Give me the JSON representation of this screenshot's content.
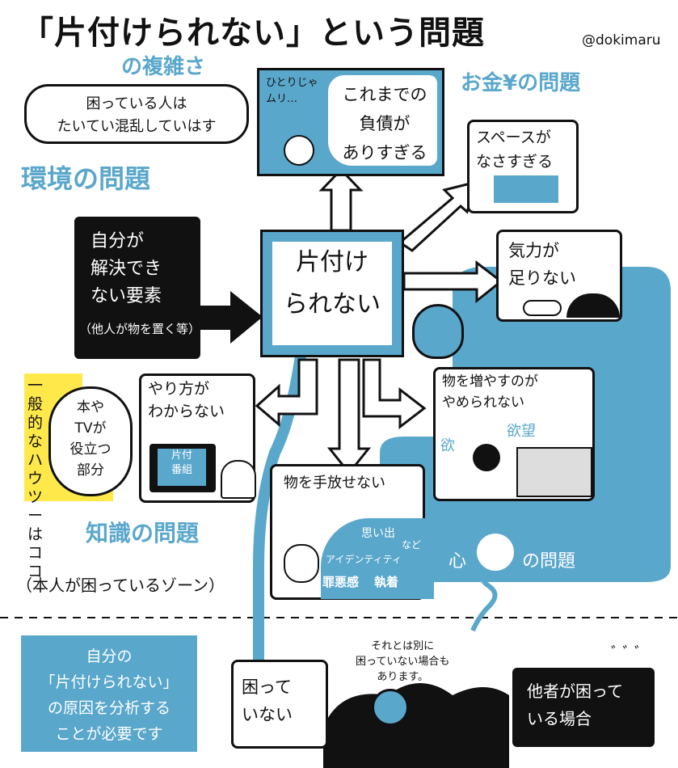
{
  "title": "「片付けられない」という問題",
  "subtitle": "の複雑さ",
  "author": "@dokimaru",
  "speech_note": "困っている人は\nたいてい混乱していはす",
  "env_label": "環境の問題",
  "money_label": "お金¥の問題",
  "debt_small": "ひとりじゃ\nムリ…",
  "debt_text": "これまでの\n負債が\nありすぎる",
  "space_text": "スペースが\nなさすぎる",
  "energy_text": "気力が\n足りない",
  "self_text": "自分が\n解決でき\nない要素",
  "self_sub": "（他人が物を置く等）",
  "center_text": "片付け\nられない",
  "method_text": "やり方が\nわからない",
  "tv_label": "片付\n番組",
  "general_text": "一般的なハウツーはココ",
  "books_text": "本や\nTVが\n役立つ\n部分",
  "knowledge_label": "知識の問題",
  "cant_let_go": "物を手放せない",
  "emotions": [
    "思い出",
    "など",
    "アイデンティティ",
    "罪悪感",
    "執着"
  ],
  "increase_text": "物を増やすのが\nやめられない",
  "desire": "欲",
  "desire_word": "欲望",
  "heart_label_left": "心",
  "heart_label_right": "の問題",
  "zone_label": "（本人が困っているゾーン）",
  "summary_text": "自分の\n「片付けられない」\nの原因を分析する\nことが必要です",
  "not_troubled": "困って\nいない",
  "other_case": "それとは別に\n困っていない場合も\nあります。",
  "others_text": "他者が困って\nいる場合",
  "colors": {
    "accent": "#5aa7cc",
    "yellow": "#ffe94a",
    "ink": "#111111"
  }
}
